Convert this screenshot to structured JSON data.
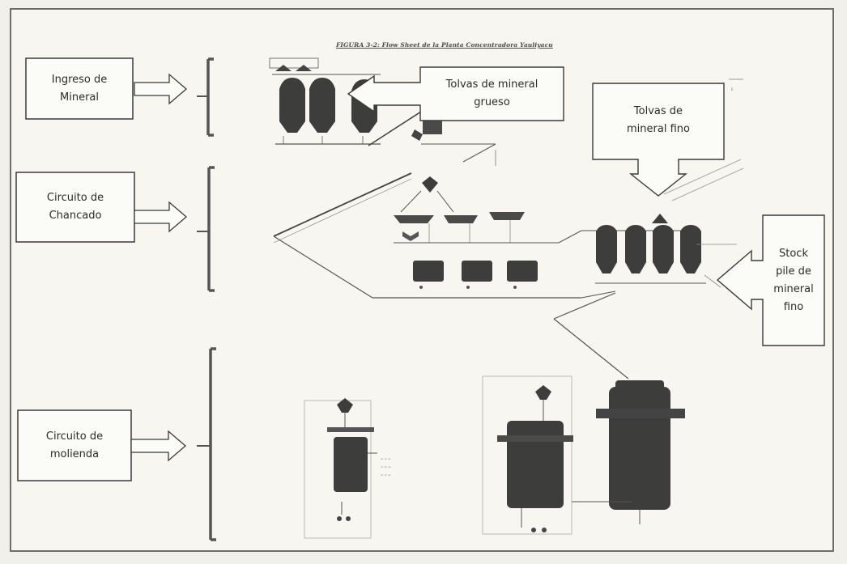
{
  "figure_title": "FIGURA 3-2: Flow Sheet de la Planta Concentradora Yauliyacu",
  "stages": [
    {
      "label_lines": [
        "Ingreso de",
        "Mineral"
      ]
    },
    {
      "label_lines": [
        "Circuito  de",
        "Chancado"
      ]
    },
    {
      "label_lines": [
        "Circuito  de",
        "molienda"
      ]
    }
  ],
  "callouts": {
    "coarse_hoppers": [
      "Tolvas de mineral",
      "grueso"
    ],
    "fine_hoppers": [
      "Tolvas de",
      "mineral fino"
    ],
    "stockpile": [
      "Stock",
      "pile de",
      "mineral",
      "fino"
    ]
  },
  "colors": {
    "ink": "#2e2e2e",
    "equipment": "#3d3d3b",
    "bracket": "#555553",
    "paper": "#f7f6f1"
  }
}
